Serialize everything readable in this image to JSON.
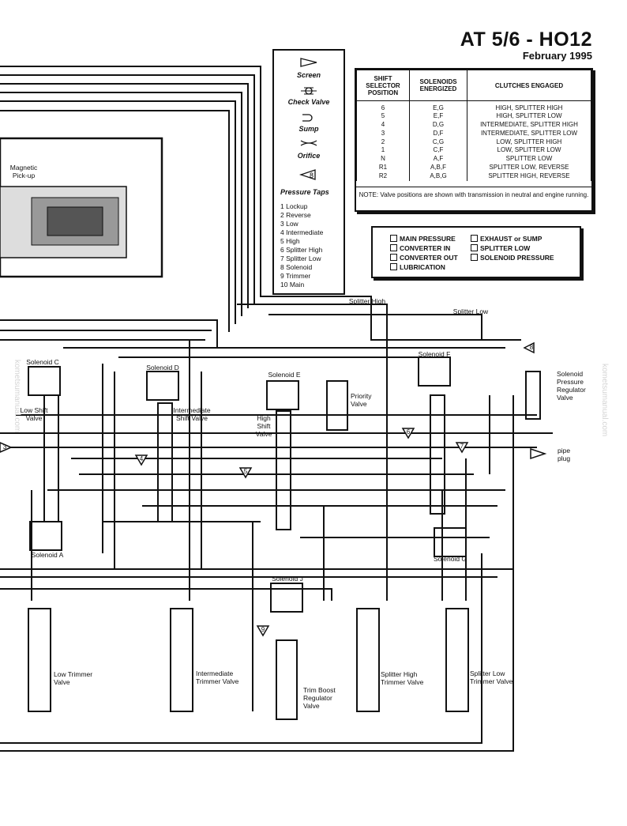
{
  "header": {
    "title": "AT 5/6 - HO12",
    "date": "February 1995"
  },
  "symbol_legend": {
    "screen": "Screen",
    "check_valve": "Check Valve",
    "sump": "Sump",
    "orifice": "Orifice",
    "tap_icon_number": "8",
    "taps_title": "Pressure Taps",
    "taps": [
      "1  Lockup",
      "2  Reverse",
      "3  Low",
      "4  Intermediate",
      "5  High",
      "6  Splitter High",
      "7  Splitter Low",
      "8  Solenoid",
      "9  Trimmer",
      "10 Main"
    ]
  },
  "shift_table": {
    "headers": [
      "SHIFT SELECTOR POSITION",
      "SOLENOIDS ENERGIZED",
      "CLUTCHES ENGAGED"
    ],
    "rows": [
      [
        "6",
        "E,G",
        "HIGH, SPLITTER HIGH"
      ],
      [
        "5",
        "E,F",
        "HIGH, SPLITTER LOW"
      ],
      [
        "4",
        "D,G",
        "INTERMEDIATE, SPLITTER HIGH"
      ],
      [
        "3",
        "D,F",
        "INTERMEDIATE, SPLITTER LOW"
      ],
      [
        "2",
        "C,G",
        "LOW, SPLITTER HIGH"
      ],
      [
        "1",
        "C,F",
        "LOW, SPLITTER LOW"
      ],
      [
        "N",
        "A,F",
        "SPLITTER LOW"
      ],
      [
        "R1",
        "A,B,F",
        "SPLITTER LOW, REVERSE"
      ],
      [
        "R2",
        "A,B,G",
        "SPLITTER HIGH, REVERSE"
      ]
    ],
    "note": "NOTE: Valve positions are shown with transmission in neutral and engine running."
  },
  "fluid_legend": {
    "main_pressure": "MAIN PRESSURE",
    "converter_in": "CONVERTER IN",
    "converter_out": "CONVERTER OUT",
    "lubrication": "LUBRICATION",
    "exhaust_sump": "EXHAUST or SUMP",
    "splitter_low": "SPLITTER LOW",
    "solenoid_pressure": "SOLENOID PRESSURE"
  },
  "labels": {
    "magnetic_pickup": "Magnetic Pick-up",
    "splitter_high_line": "Splitter High",
    "splitter_low_line": "Splitter Low",
    "solenoid_c": "Solenoid C",
    "solenoid_d": "Solenoid D",
    "solenoid_e": "Solenoid E",
    "solenoid_f": "Solenoid F",
    "solenoid_a": "Solenoid A",
    "solenoid_g": "Solenoid G",
    "solenoid_j": "Solenoid J",
    "low_shift_valve": "Low Shift Valve",
    "intermediate_shift_valve": "Intermediate Shift Valve",
    "high_shift_valve": "High Shift Valve",
    "priority_valve": "Priority Valve",
    "solenoid_pressure_regulator_valve": "Solenoid Pressure Regulator Valve",
    "pipe_plug": "pipe plug",
    "low_trimmer_valve": "Low Trimmer Valve",
    "intermediate_trimmer_valve": "Intermediate Trimmer Valve",
    "trim_boost_regulator_valve": "Trim Boost Regulator Valve",
    "splitter_high_trimmer_valve": "Splitter High Trimmer Valve",
    "splitter_low_trimmer_valve": "Splitter Low Trimmer Valve"
  },
  "taps_on_diagram": {
    "t3": "3",
    "t4": "4",
    "t5": "5",
    "t6": "6",
    "t7": "7",
    "t8": "8",
    "t9": "9"
  },
  "watermark": "kometsumanual.com"
}
